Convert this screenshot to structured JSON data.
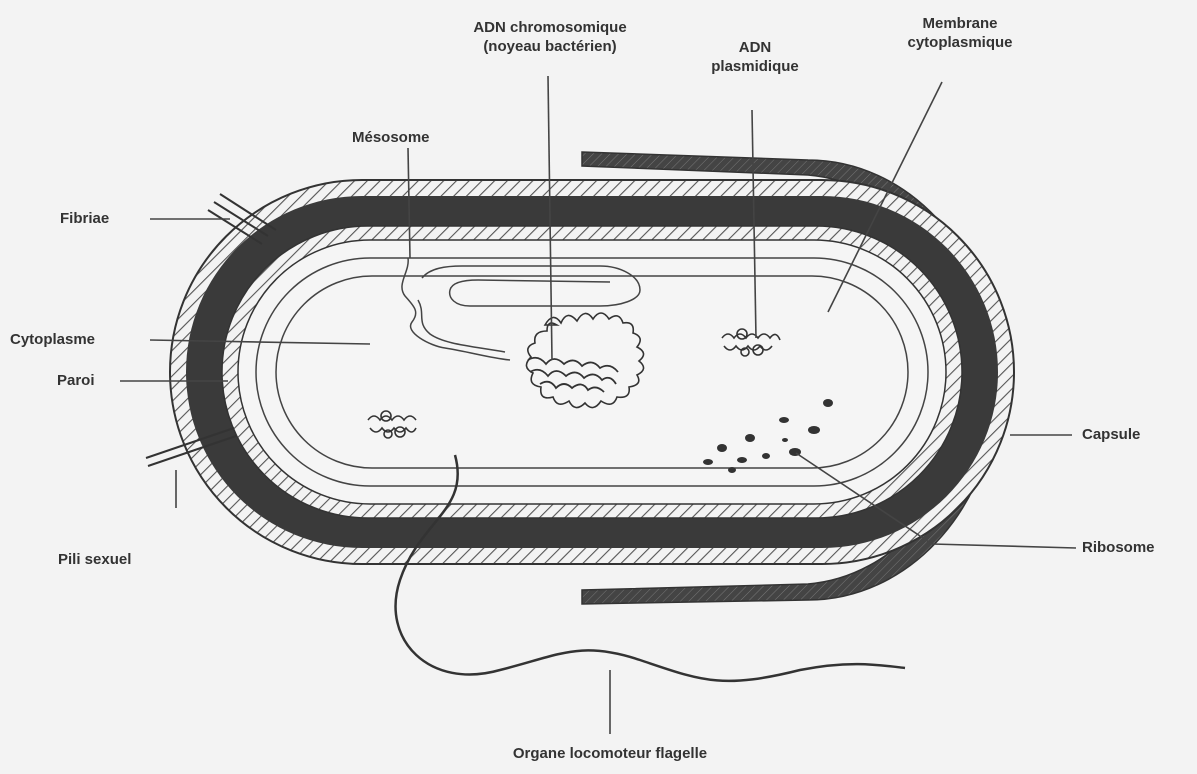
{
  "labels": {
    "adn_chromosomique_1": "ADN chromosomique",
    "adn_chromosomique_2": "(noyeau bactérien)",
    "adn_plasmidique_1": "ADN",
    "adn_plasmidique_2": "plasmidique",
    "membrane_1": "Membrane",
    "membrane_2": "cytoplasmique",
    "mesosome": "Mésosome",
    "fibriae": "Fibriae",
    "cytoplasme": "Cytoplasme",
    "paroi": "Paroi",
    "pili_sexuel": "Pili sexuel",
    "capsule": "Capsule",
    "ribosome": "Ribosome",
    "flagelle": "Organe locomoteur flagelle"
  },
  "colors": {
    "background": "#f3f3f3",
    "ink": "#333333",
    "dark_band": "#3a3a3a"
  }
}
